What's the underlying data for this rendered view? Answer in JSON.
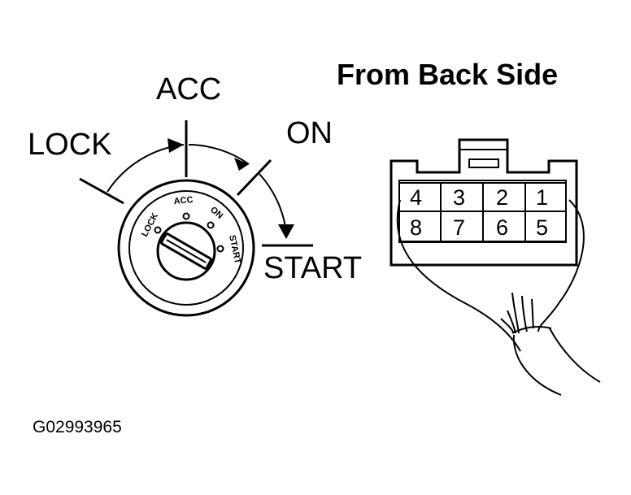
{
  "labels": {
    "lock": "LOCK",
    "acc": "ACC",
    "on": "ON",
    "start": "START",
    "from_back_side": "From Back Side",
    "figure_code": "G02993965"
  },
  "cylinder_labels": {
    "lock": "LOCK",
    "acc": "ACC",
    "on": "ON",
    "start": "START"
  },
  "connector": {
    "top_row": [
      "4",
      "3",
      "2",
      "1"
    ],
    "bottom_row": [
      "8",
      "7",
      "6",
      "5"
    ]
  },
  "colors": {
    "ink": "#000000",
    "background": "#ffffff"
  }
}
